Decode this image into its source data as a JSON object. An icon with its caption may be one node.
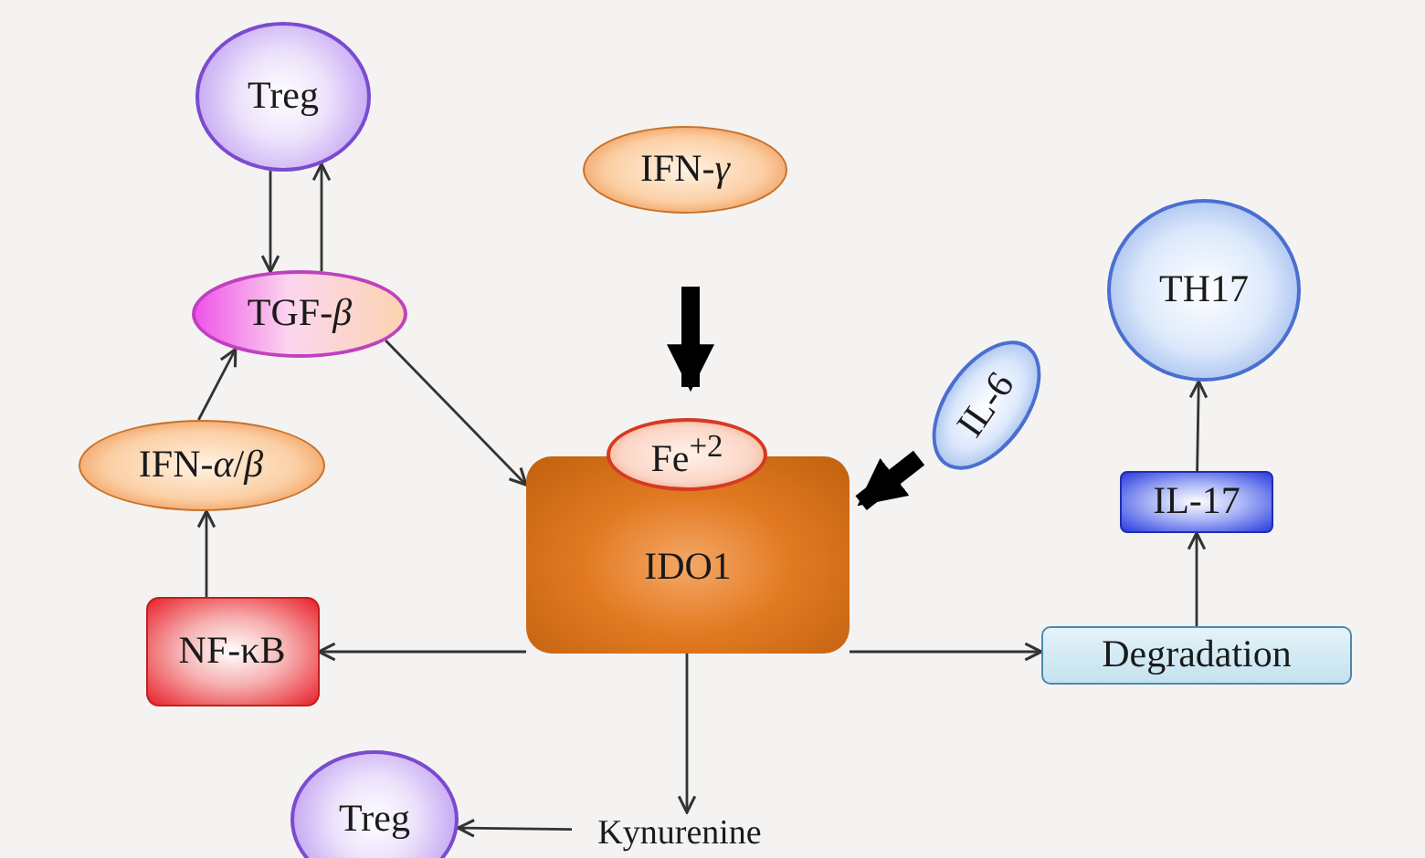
{
  "diagram": {
    "nodes": [
      {
        "text": [
          "Treg"
        ]
      },
      {
        "text": [
          "IFN-*γ*"
        ]
      },
      {
        "text": [
          "TGF-*β*"
        ]
      },
      {
        "text": [
          "TH17"
        ]
      },
      {
        "text": [
          "IL-6"
        ]
      },
      {
        "text": [
          "IFN-*α*/*β*"
        ]
      },
      {
        "text": [
          "Fe$^{+2}$"
        ]
      },
      {
        "text": [
          "IDO1"
        ]
      },
      {
        "text": [
          "IL-17"
        ]
      },
      {
        "text": [
          "NF-κB"
        ]
      },
      {
        "text": [
          "Degradation"
        ]
      },
      {
        "text": [
          "Kynurenine"
        ]
      },
      {
        "text": [
          "Treg"
        ]
      }
    ],
    "edges": [
      {
        "from": 0,
        "to": 2,
        "arrow": "to"
      },
      {
        "from": 2,
        "to": 0,
        "arrow": "to"
      },
      {
        "from": 5,
        "to": 2,
        "arrow": "to"
      },
      {
        "from": 2,
        "to": 7,
        "arrow": "to"
      },
      {
        "from": 1,
        "to": 7,
        "arrow": "to",
        "style": "thick"
      },
      {
        "from": 4,
        "to": 7,
        "arrow": "to",
        "style": "thick"
      },
      {
        "from": 9,
        "to": 5,
        "arrow": "to"
      },
      {
        "from": 7,
        "to": 9,
        "arrow": "to"
      },
      {
        "from": 7,
        "to": 10,
        "arrow": "to"
      },
      {
        "from": 10,
        "to": 8,
        "arrow": "to"
      },
      {
        "from": 8,
        "to": 3,
        "arrow": "to"
      },
      {
        "from": 7,
        "to": 11,
        "arrow": "to"
      },
      {
        "from": 11,
        "to": 12,
        "arrow": "to"
      }
    ]
  }
}
